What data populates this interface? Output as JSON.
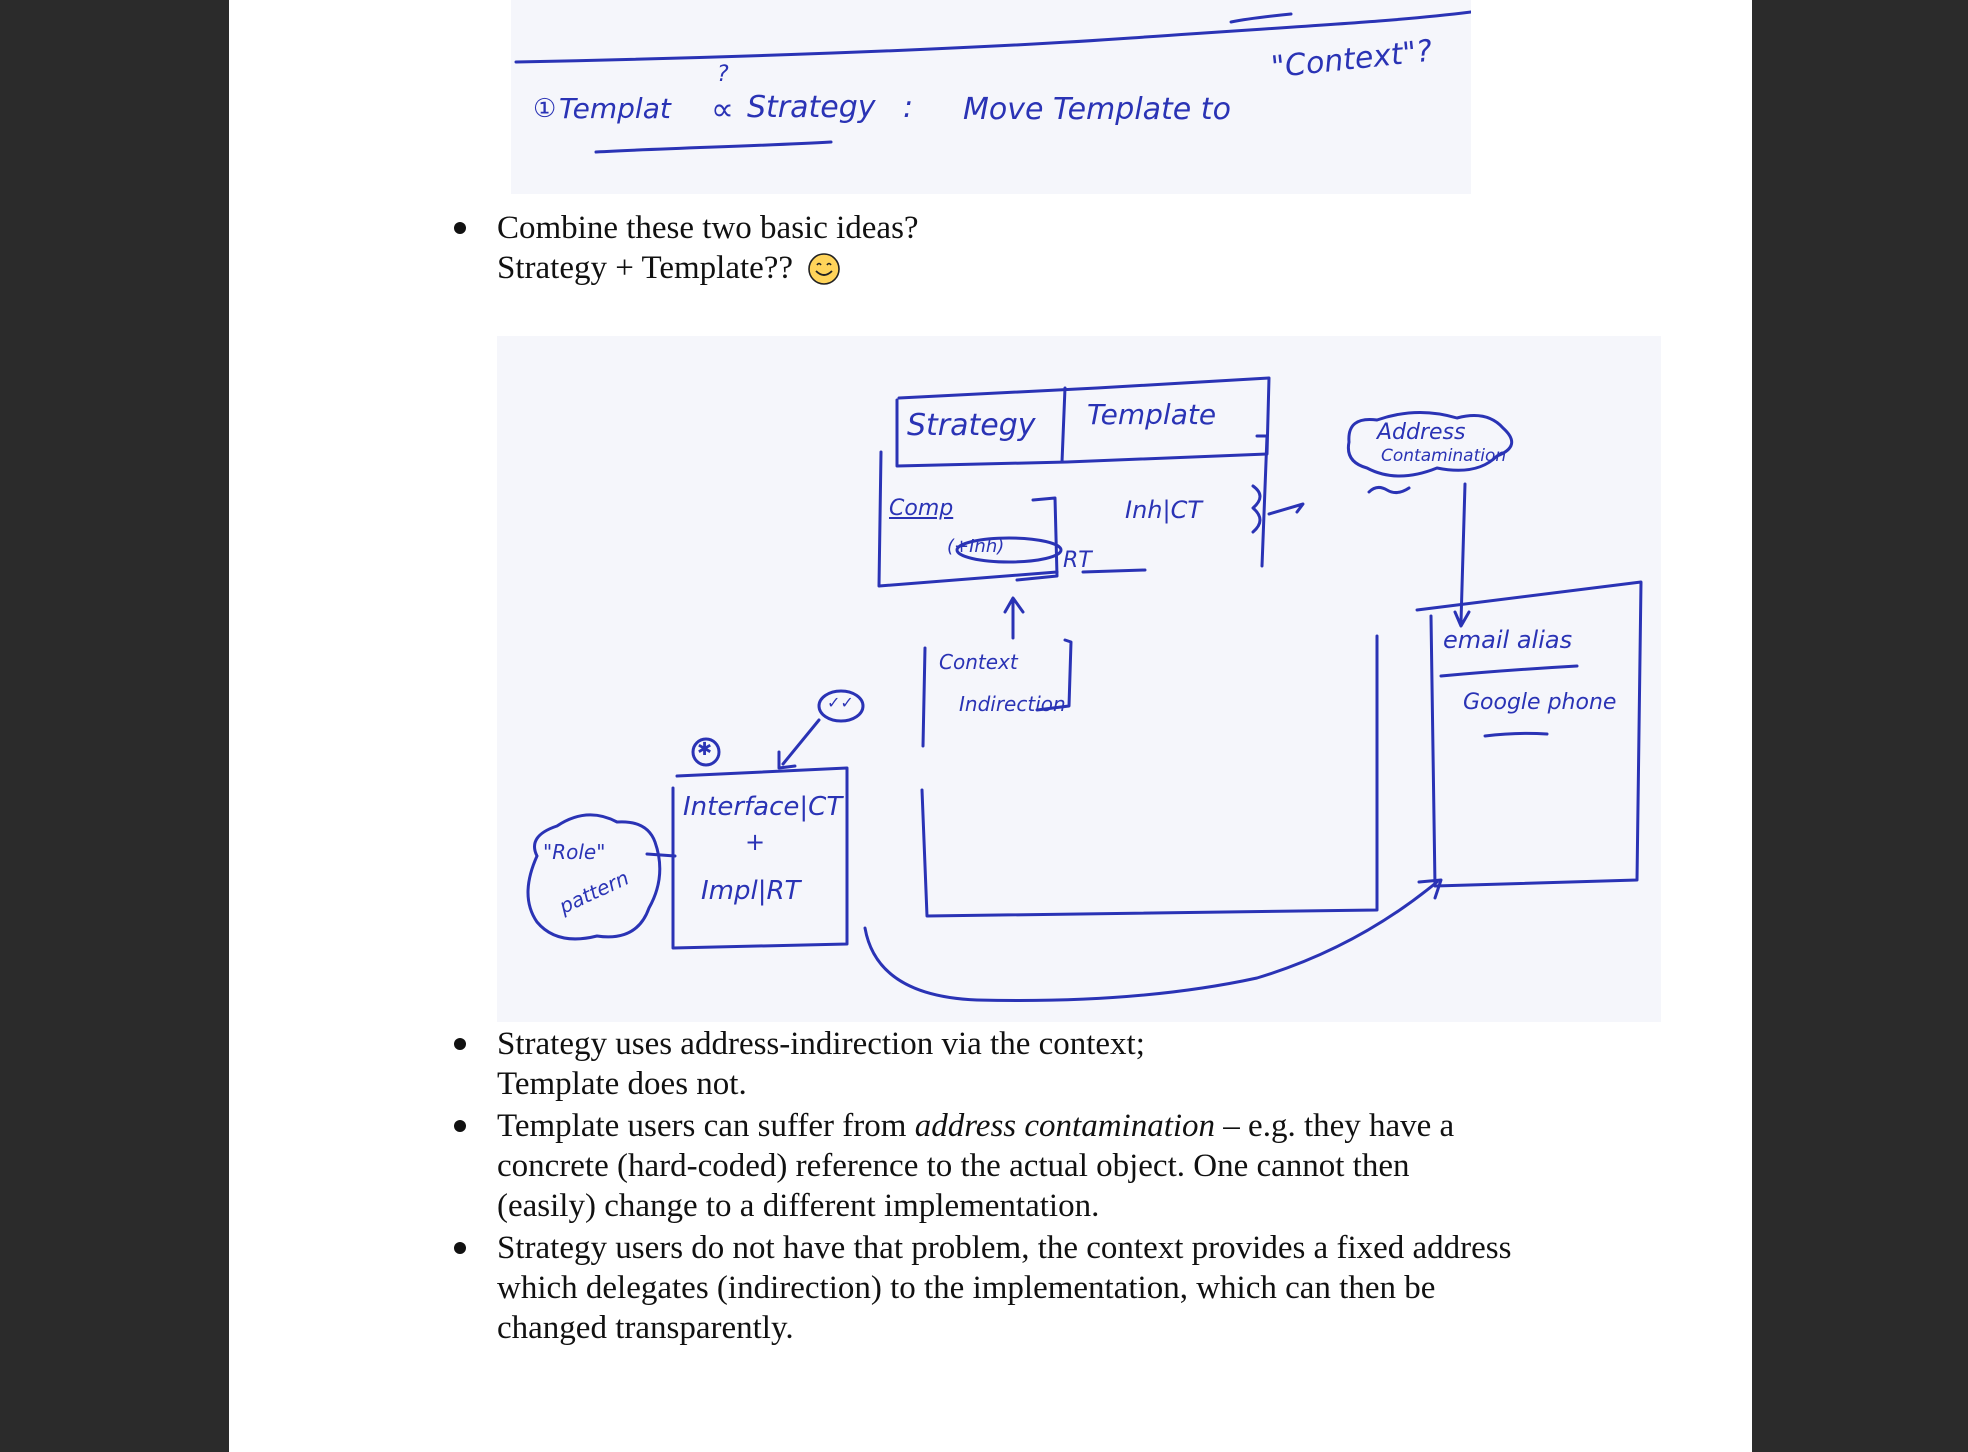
{
  "sketch_top": {
    "number_mark": "①",
    "template_word": "Templat",
    "question_mark": "?",
    "relation_symbol": "∝",
    "strategy_word": "Strategy",
    "colon": ":",
    "move_text": "Move Template to",
    "context_quote": "\"Context\"?"
  },
  "bullets_top": {
    "line1": "Combine these two basic ideas?",
    "line2": "Strategy + Template??",
    "emoji_name": "smiley-face-icon"
  },
  "sketch_main": {
    "strategy_label": "Strategy",
    "template_label": "Template",
    "comp_label": "Comp",
    "inh_label": "(+Inh)",
    "rt_label": "RT",
    "inh_ct_label": "Inh|CT",
    "address_label": "Address",
    "contamination_label": "Contamination",
    "context_label": "Context",
    "indirection_label": "Indirection",
    "checkmark_label": "✓✓",
    "star_label": "✱",
    "interface_label": "Interface|CT",
    "plus_label": "+",
    "impl_label": "Impl|RT",
    "role_label": "\"Role\"",
    "pattern_label": "pattern",
    "email_label": "email alias",
    "google_label": "Google phone"
  },
  "bullets_bottom": [
    {
      "lines": [
        "Strategy uses address-indirection via the context;",
        "Template does not."
      ]
    },
    {
      "before": "Template users can suffer from ",
      "emphasis": "address contamination",
      "after": " – e.g. they have a",
      "lines": [
        "concrete (hard-coded) reference to the actual object. One cannot then",
        "(easily) change to a different implementation."
      ]
    },
    {
      "lines": [
        "Strategy users do not have that problem, the context provides a fixed address",
        "which delegates (indirection) to the implementation, which can then be",
        "changed transparently."
      ]
    }
  ],
  "colors": {
    "ink": "#2a33b5",
    "page": "#ffffff",
    "border": "#2b2b2b",
    "scan": "#f5f6fb"
  }
}
